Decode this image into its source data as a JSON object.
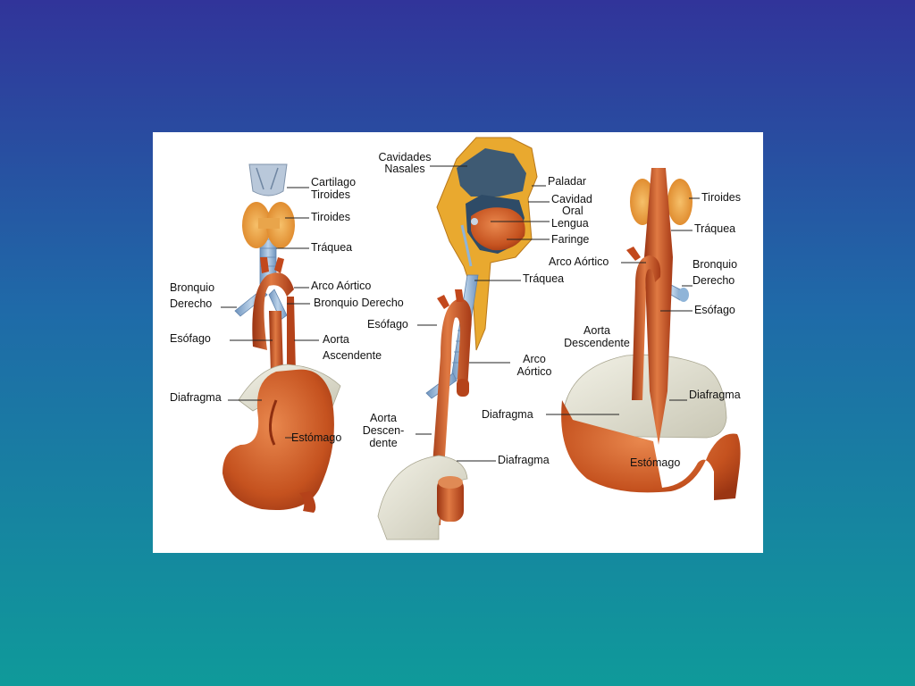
{
  "colors": {
    "background_top": "#31349a",
    "background_bottom": "#0f9a9a",
    "panel": "#ffffff",
    "artery": "#c24a1c",
    "artery_highlight": "#e5793f",
    "trachea": "#8fb4d8",
    "thyroid": "#eb9a3a",
    "cartilage": "#aebfd3",
    "diaphragm": "#dedccd",
    "bone": "#e7a62c",
    "cavity": "#3f5b73",
    "label_line": "#222222"
  },
  "left_figure": {
    "cartilago": [
      "Cartilago",
      "Tiroides"
    ],
    "tiroides": "Tiroides",
    "traquea": "Tráquea",
    "bronquio_derecho_left": [
      "Bronquio",
      "Derecho"
    ],
    "arco_aortico": "Arco Aórtico",
    "bronquio_derecho_right": "Bronquio Derecho",
    "esofago": "Esófago",
    "aorta_ascendente": [
      "Aorta",
      "Ascendente"
    ],
    "diafragma": "Diafragma",
    "estomago": "Estómago"
  },
  "middle_figure": {
    "cavidades_nasales": [
      "Cavidades",
      "Nasales"
    ],
    "paladar": "Paladar",
    "cavidad_oral": [
      "Cavidad",
      "Oral"
    ],
    "lengua": "Lengua",
    "faringe": "Faringe",
    "traquea": "Tráquea",
    "esofago": "Esófago",
    "arco_aortico": [
      "Arco",
      "Aórtico"
    ],
    "aorta_descendente": [
      "Aorta",
      "Descen-",
      "dente"
    ],
    "diafragma_upper": "Diafragma",
    "diafragma_lower": "Diafragma"
  },
  "right_figure": {
    "tiroides": "Tiroides",
    "traquea": "Tráquea",
    "arco_aortico": "Arco Aórtico",
    "bronquio_derecho": [
      "Bronquio",
      "Derecho"
    ],
    "esofago": "Esófago",
    "aorta_descendente": [
      "Aorta",
      "Descendente"
    ],
    "diafragma": "Diafragma",
    "estomago": "Estómago"
  }
}
